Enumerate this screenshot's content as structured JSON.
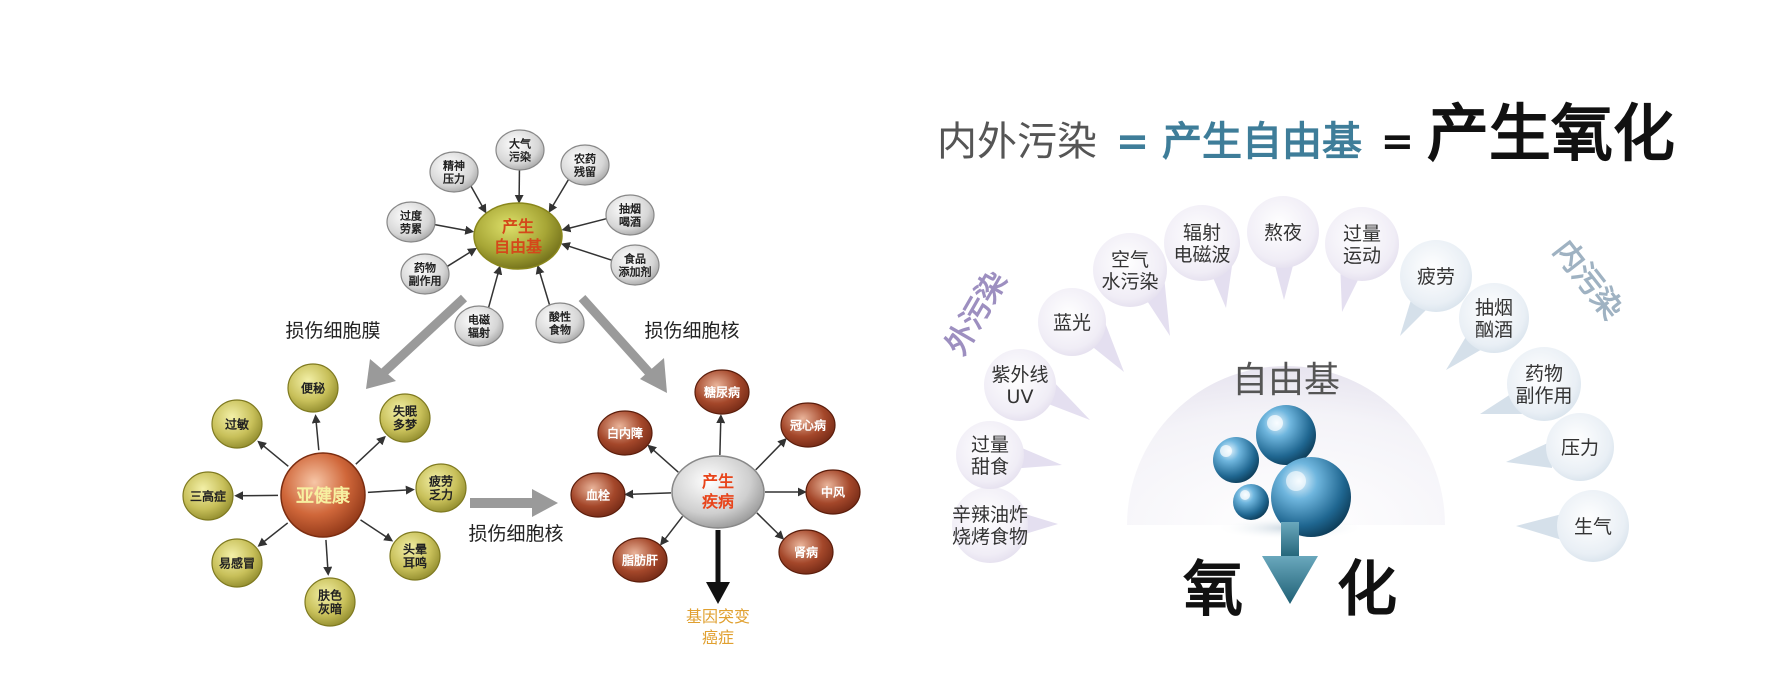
{
  "left": {
    "center_free_radical": {
      "lines": [
        "产生",
        "自由基"
      ],
      "color": "#d4481a"
    },
    "causes": [
      {
        "lines": [
          "大气",
          "污染"
        ]
      },
      {
        "lines": [
          "农药",
          "残留"
        ]
      },
      {
        "lines": [
          "抽烟",
          "喝酒"
        ]
      },
      {
        "lines": [
          "食品",
          "添加剂"
        ]
      },
      {
        "lines": [
          "酸性",
          "食物"
        ]
      },
      {
        "lines": [
          "电磁",
          "辐射"
        ]
      },
      {
        "lines": [
          "药物",
          "副作用"
        ]
      },
      {
        "lines": [
          "过度",
          "劳累"
        ]
      },
      {
        "lines": [
          "精神",
          "压力"
        ]
      }
    ],
    "label_membrane": "损伤细胞膜",
    "label_nucleus_top": "损伤细胞核",
    "label_nucleus_mid": "损伤细胞核",
    "subhealth_center": {
      "text": "亚健康",
      "color": "#e8441a"
    },
    "subhealth_items": [
      {
        "lines": [
          "便秘"
        ]
      },
      {
        "lines": [
          "失眠",
          "多梦"
        ]
      },
      {
        "lines": [
          "疲劳",
          "乏力"
        ]
      },
      {
        "lines": [
          "头晕",
          "耳鸣"
        ]
      },
      {
        "lines": [
          "肤色",
          "灰暗"
        ]
      },
      {
        "lines": [
          "易感冒"
        ]
      },
      {
        "lines": [
          "三高症"
        ]
      },
      {
        "lines": [
          "过敏"
        ]
      }
    ],
    "disease_center": {
      "lines": [
        "产生",
        "疾病"
      ],
      "color": "#e8441a"
    },
    "disease_items": [
      {
        "lines": [
          "糖尿病"
        ]
      },
      {
        "lines": [
          "冠心病"
        ]
      },
      {
        "lines": [
          "中风"
        ]
      },
      {
        "lines": [
          "肾病"
        ]
      },
      {
        "lines": [
          "脂肪肝"
        ]
      },
      {
        "lines": [
          "血栓"
        ]
      },
      {
        "lines": [
          "白内障"
        ]
      }
    ],
    "gene_mutation": "基因突变",
    "cancer": "癌症"
  },
  "right": {
    "headline": {
      "part1": "内外污染",
      "eq1": "=",
      "part2": "产生自由基",
      "eq2": "=",
      "part3": "产生氧化"
    },
    "colors": {
      "gray": "#555555",
      "teal": "#3e7d99",
      "dark": "#111111",
      "purple_label": "#9d8fc0",
      "arrow_teal": "#2f6f86"
    },
    "outer_label": "外污染",
    "inner_label": "内污染",
    "outer_items": [
      {
        "lines": [
          "辛辣油炸",
          "烧烤食物"
        ]
      },
      {
        "lines": [
          "过量",
          "甜食"
        ]
      },
      {
        "lines": [
          "紫外线",
          "UV"
        ]
      },
      {
        "lines": [
          "蓝光"
        ]
      },
      {
        "lines": [
          "空气",
          "水污染"
        ]
      },
      {
        "lines": [
          "辐射",
          "电磁波"
        ]
      },
      {
        "lines": [
          "熬夜"
        ]
      },
      {
        "lines": [
          "过量",
          "运动"
        ]
      }
    ],
    "inner_items": [
      {
        "lines": [
          "疲劳"
        ]
      },
      {
        "lines": [
          "抽烟",
          "酗酒"
        ]
      },
      {
        "lines": [
          "药物",
          "副作用"
        ]
      },
      {
        "lines": [
          "压力"
        ]
      },
      {
        "lines": [
          "生气"
        ]
      }
    ],
    "free_radical_label": "自由基",
    "oxidation_left": "氧",
    "oxidation_right": "化"
  }
}
